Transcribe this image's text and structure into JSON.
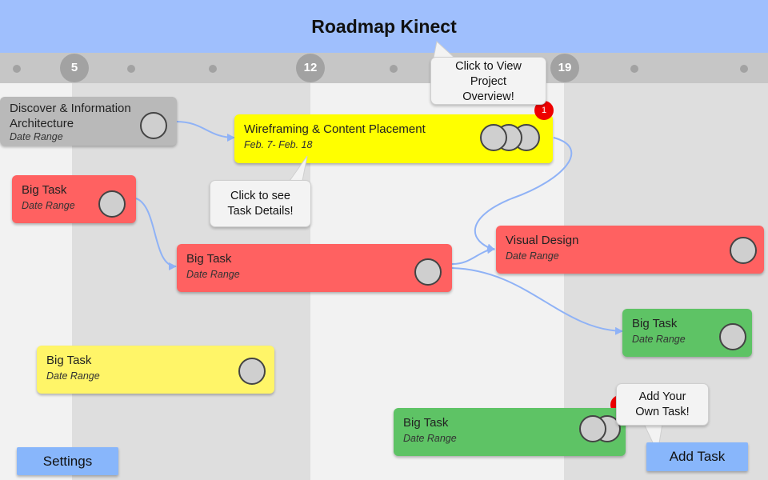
{
  "app": {
    "title": "Roadmap Kinect"
  },
  "timeline": {
    "markers": [
      "5",
      "12",
      "19"
    ]
  },
  "tasks": [
    {
      "name_lines": [
        "Discover & Information",
        "Architecture"
      ],
      "date": "Date Range",
      "color": "#b9b9b9"
    },
    {
      "name": "Wireframing & Content Placement",
      "date": "Feb. 7- Feb. 18",
      "color": "#ffff00",
      "badge": "1",
      "assignees": 3
    },
    {
      "name": "Big Task",
      "date": "Date Range",
      "color": "#ff6161"
    },
    {
      "name": "Big Task",
      "date": "Date Range",
      "color": "#ff6161"
    },
    {
      "name": "Visual Design",
      "date": "Date Range",
      "color": "#ff6161"
    },
    {
      "name": "Big Task",
      "date": "Date Range",
      "color": "#5ec365"
    },
    {
      "name": "Big Task",
      "date": "Date Range",
      "color": "#fff568"
    },
    {
      "name": "Big Task",
      "date": "Date Range",
      "color": "#5ec365",
      "assignees": 2
    }
  ],
  "callouts": {
    "overview": [
      "Click to View",
      "Project",
      "Overview!"
    ],
    "details": [
      "Click to see",
      "Task Details!"
    ],
    "add": [
      "Add Your",
      "Own Task!"
    ]
  },
  "buttons": {
    "settings": "Settings",
    "add_task": "Add Task"
  },
  "colors": {
    "header": "#9fbffd",
    "timeline": "#c6c6c6",
    "link": "#8fb2f6",
    "badge": "#ee0000",
    "button": "#88b6fb"
  }
}
